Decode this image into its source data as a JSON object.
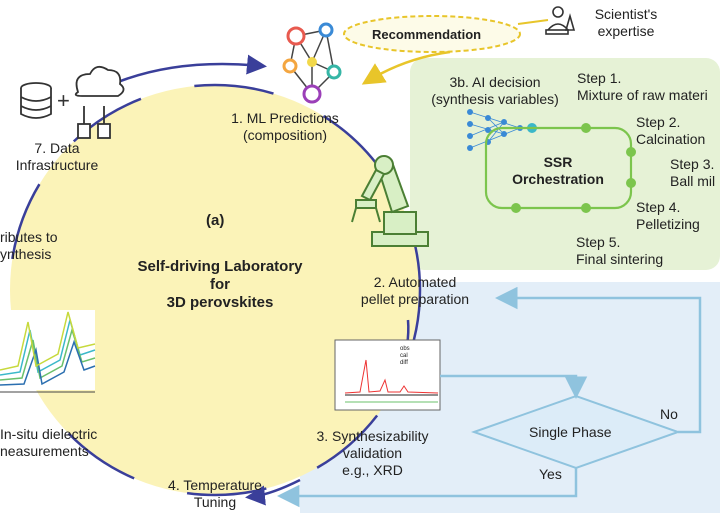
{
  "panel_label": "(a)",
  "center_title": [
    "Self-driving Laboratory",
    "for",
    "3D perovskites"
  ],
  "recommendation": "Recommendation",
  "scientist": [
    "Scientist's",
    "expertise"
  ],
  "ml_predictions": [
    "1. ML Predictions",
    "(composition)"
  ],
  "data_infra": [
    "7. Data",
    "Infrastructure"
  ],
  "contributes": [
    "ributes to",
    "ynthesis"
  ],
  "ai_decision": [
    "3b. AI decision",
    "(synthesis variables)"
  ],
  "ssr": [
    "SSR",
    "Orchestration"
  ],
  "steps": [
    [
      "Step 1.",
      "Mixture of raw materi"
    ],
    [
      "Step 2.",
      "Calcination"
    ],
    [
      "Step 3.",
      "Ball mil"
    ],
    [
      "Step 4.",
      "Pelletizing"
    ],
    [
      "Step 5.",
      "Final sintering"
    ]
  ],
  "automated": [
    "2. Automated",
    "pellet preparation"
  ],
  "synth_valid": [
    "3. Synthesizability",
    "validation",
    "e.g., XRD"
  ],
  "temp_tuning": [
    "4. Temperature",
    "Tuning"
  ],
  "insitu": [
    "In-situ dielectric",
    "neasurements"
  ],
  "decision": "Single Phase",
  "no": "No",
  "yes": "Yes",
  "xrd_legend": [
    "obs",
    "cal",
    "diff"
  ],
  "colors": {
    "circle_fill": "#fbf3b8",
    "green_panel": "#e6f2d6",
    "blue_panel": "#e3eef8",
    "cycle_arrow": "#3a3f9a",
    "flow_arrow": "#8fc3de",
    "green_line": "#7cc54d",
    "recommend": "#e8c52a"
  }
}
